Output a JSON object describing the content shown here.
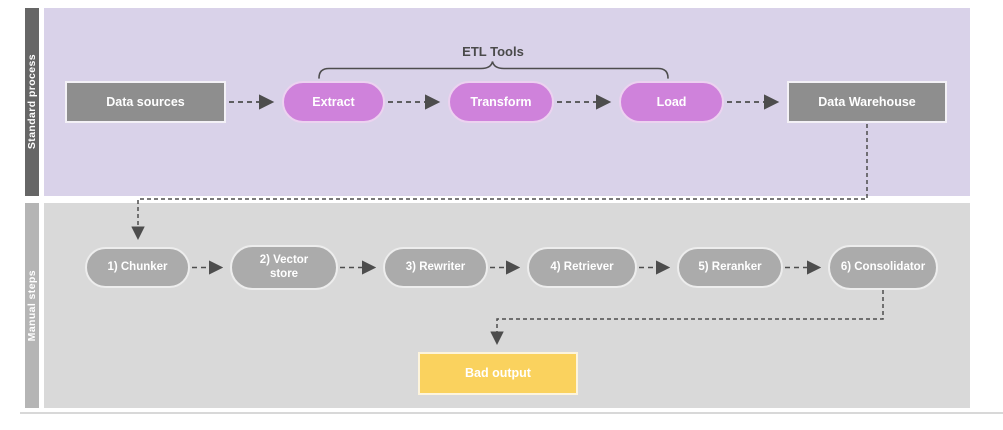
{
  "diagram": {
    "annotation": {
      "label": "ETL Tools"
    },
    "lanes": [
      {
        "label": "Standard process",
        "nodes": [
          {
            "id": "data-sources",
            "label": "Data sources",
            "shape": "rect"
          },
          {
            "id": "extract",
            "label": "Extract",
            "shape": "pill"
          },
          {
            "id": "transform",
            "label": "Transform",
            "shape": "pill"
          },
          {
            "id": "load",
            "label": "Load",
            "shape": "pill"
          },
          {
            "id": "data-warehouse",
            "label": "Data Warehouse",
            "shape": "rect"
          }
        ]
      },
      {
        "label": "Manual steps",
        "nodes": [
          {
            "id": "chunker",
            "label": "1) Chunker",
            "shape": "pill"
          },
          {
            "id": "vector-store",
            "label": "2) Vector store",
            "shape": "pill"
          },
          {
            "id": "rewriter",
            "label": "3) Rewriter",
            "shape": "pill"
          },
          {
            "id": "retriever",
            "label": "4) Retriever",
            "shape": "pill"
          },
          {
            "id": "reranker",
            "label": "5) Reranker",
            "shape": "pill"
          },
          {
            "id": "consolidator",
            "label": "6) Consolidator",
            "shape": "pill"
          },
          {
            "id": "bad-output",
            "label": "Bad output",
            "shape": "rect"
          }
        ]
      }
    ],
    "colors": {
      "standard_lane_bg": "#D9D2E9",
      "standard_lane_tab": "#666666",
      "manual_lane_bg": "#D9D9D9",
      "manual_lane_tab": "#B5B5B5",
      "gray_box": "#8E8E8E",
      "etl_pill_pink": "#CF82DB",
      "manual_pill_gray": "#ABABAB",
      "bad_output_yellow": "#FAD25E",
      "connector": "#4d4d4d"
    }
  }
}
